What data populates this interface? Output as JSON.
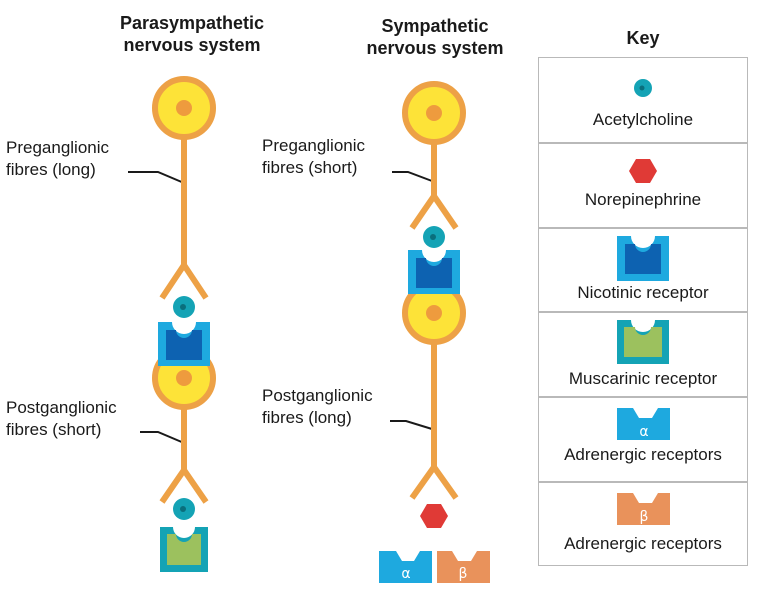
{
  "parasympathetic": {
    "title_line1": "Parasympathetic",
    "title_line2": "nervous system",
    "pre_label_line1": "Preganglionic",
    "pre_label_line2": "fibres (long)",
    "post_label_line1": "Postganglionic",
    "post_label_line2": "fibres (short)"
  },
  "sympathetic": {
    "title_line1": "Sympathetic",
    "title_line2": "nervous system",
    "pre_label_line1": "Preganglionic",
    "pre_label_line2": "fibres (short)",
    "post_label_line1": "Postganglionic",
    "post_label_line2": "fibres (long)",
    "alpha_symbol": "α",
    "beta_symbol": "β"
  },
  "key": {
    "title": "Key",
    "items": [
      {
        "label": "Acetylcholine",
        "symbol": ""
      },
      {
        "label": "Norepinephrine",
        "symbol": ""
      },
      {
        "label": "Nicotinic receptor",
        "symbol": ""
      },
      {
        "label": "Muscarinic receptor",
        "symbol": ""
      },
      {
        "label": "Adrenergic receptors",
        "symbol": "α"
      },
      {
        "label": "Adrenergic receptors",
        "symbol": "β"
      }
    ]
  },
  "colors": {
    "neuron_orange": "#eda146",
    "cell_yellow": "#fde338",
    "nucleus_orange": "#ee9b3e",
    "acetylcholine_teal": "#14a3b5",
    "norepinephrine_red": "#e03a36",
    "nicotinic_blue": "#0d62b1",
    "receptor_cyan": "#1ea9df",
    "muscarinic_green": "#9cc15e",
    "beta_orange": "#e9925b"
  }
}
